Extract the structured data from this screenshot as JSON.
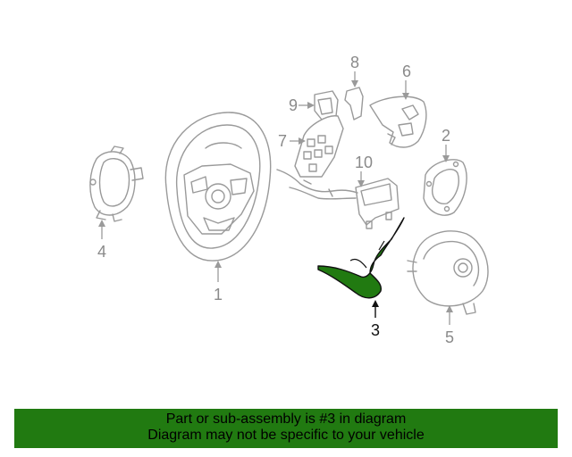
{
  "callouts": {
    "c1": "1",
    "c2": "2",
    "c3": "3",
    "c4": "4",
    "c5": "5",
    "c6": "6",
    "c7": "7",
    "c8": "8",
    "c9": "9",
    "c10": "10"
  },
  "highlight_part": "3",
  "colors": {
    "highlight": "#217a11",
    "line_art": "#9a9a9a",
    "banner_bg": "#217a11"
  },
  "banner": {
    "line1": "Part or sub-assembly is #3 in diagram",
    "line2": "Diagram may not be specific to your vehicle"
  }
}
